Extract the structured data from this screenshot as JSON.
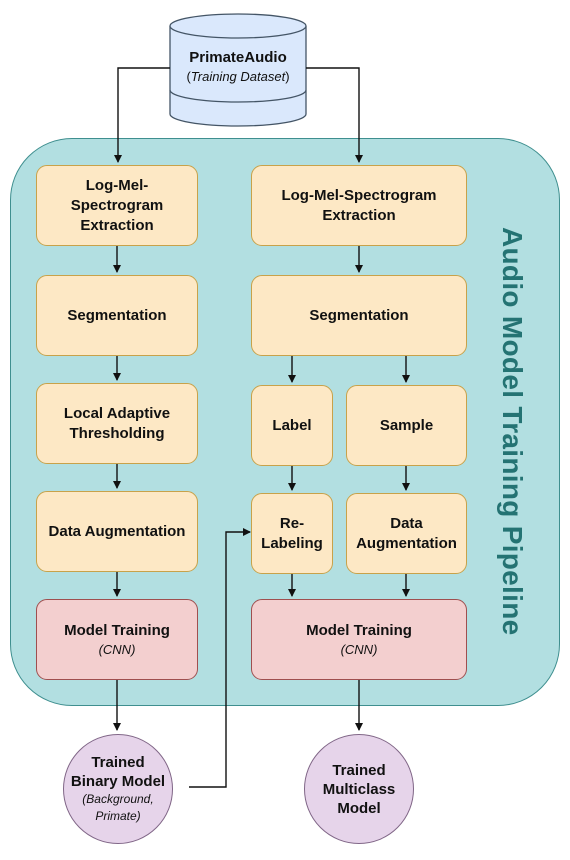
{
  "dataset": {
    "name": "PrimateAudio",
    "detail": "Training Dataset"
  },
  "pipeline_title": "Audio Model Training Pipeline",
  "binary_branch": {
    "extraction": {
      "line1": "Log-Mel-",
      "line2": "Spectrogram",
      "line3": "Extraction"
    },
    "segmentation": "Segmentation",
    "thresholding": {
      "line1": "Local Adaptive",
      "line2": "Thresholding"
    },
    "augmentation": "Data Augmentation",
    "training": {
      "title": "Model Training",
      "detail": "CNN"
    }
  },
  "multiclass_branch": {
    "extraction": {
      "line1": "Log-Mel-Spectrogram",
      "line2": "Extraction"
    },
    "segmentation": "Segmentation",
    "label": "Label",
    "sample": "Sample",
    "relabeling": {
      "line1": "Re-",
      "line2": "Labeling"
    },
    "augmentation": {
      "line1": "Data",
      "line2": "Augmentation"
    },
    "training": {
      "title": "Model Training",
      "detail": "CNN"
    }
  },
  "outputs": {
    "binary": {
      "line1": "Trained",
      "line2": "Binary Model",
      "detail1": "Background,",
      "detail2": "Primate"
    },
    "multiclass": {
      "line1": "Trained",
      "line2": "Multiclass",
      "line3": "Model"
    }
  }
}
